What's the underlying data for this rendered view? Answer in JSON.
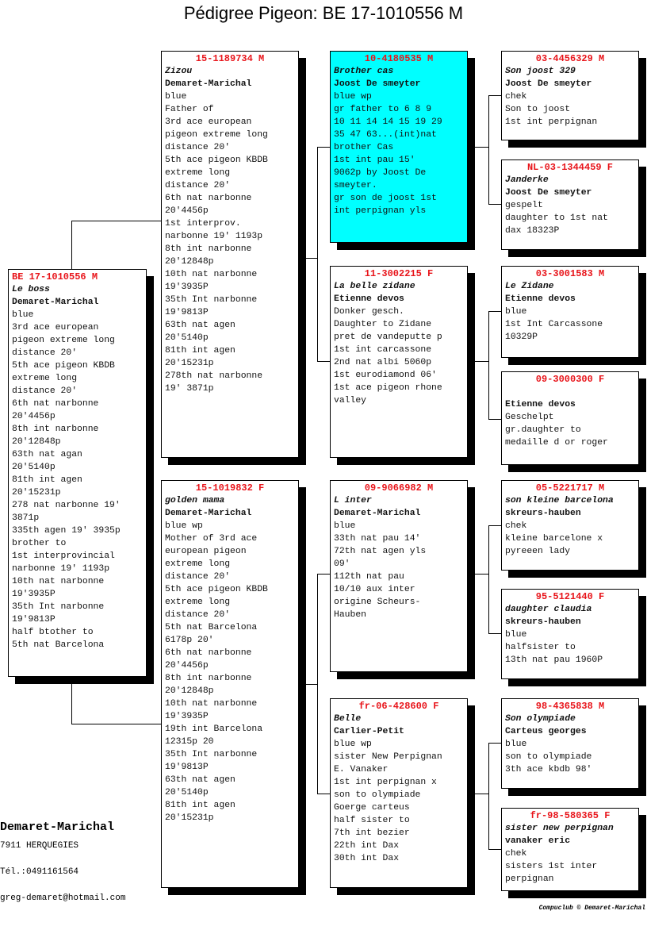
{
  "title": "Pédigree Pigeon: BE  17-1010556 M",
  "pigeons": [
    {
      "ring": "BE  17-1010556 M",
      "name": "Le boss",
      "owner": "Demaret-Marichal",
      "lines": [
        "blue",
        "3rd ace european",
        "pigeon extreme long",
        "distance 20'",
        "5th ace pigeon KBDB",
        "extreme long",
        "distance 20'",
        "6th nat narbonne",
        "20'4456p",
        "8th int narbonne",
        "20'12848p",
        "63th nat agan",
        "20'5140p",
        "81th int agen",
        "20'15231p",
        "278 nat narbonne 19'",
        "3871p",
        "335th agen 19' 3935p",
        "brother to",
        "1st interprovincial",
        "narbonne 19' 1193p",
        "10th nat narbonne",
        "19'3935P",
        "35th Int narbonne",
        "19'9813P",
        "half btother to",
        "5th nat Barcelona"
      ]
    },
    {
      "ring": "15-1189734 M",
      "name": "Zizou",
      "owner": "Demaret-Marichal",
      "lines": [
        "blue",
        "Father of",
        "3rd ace european",
        "pigeon extreme long",
        "distance 20'",
        "5th ace pigeon KBDB",
        "extreme long",
        "distance 20'",
        "6th nat narbonne",
        "20'4456p",
        "1st interprov.",
        "narbonne 19' 1193p",
        "8th int narbonne",
        "20'12848p",
        "10th nat narbonne",
        "19'3935P",
        "35th Int narbonne",
        "19'9813P",
        "63th nat agen",
        "20'5140p",
        "81th int agen",
        "20'15231p",
        "278th nat narbonne",
        "19' 3871p"
      ]
    },
    {
      "ring": "15-1019832 F",
      "name": "golden mama",
      "owner": "Demaret-Marichal",
      "lines": [
        "blue wp",
        "Mother of 3rd ace",
        "european pigeon",
        "extreme long",
        "distance 20'",
        "5th ace pigeon KBDB",
        "extreme long",
        "distance 20'",
        "5th nat Barcelona",
        "6178p 20'",
        "6th nat narbonne",
        "20'4456p",
        "8th int narbonne",
        "20'12848p",
        "10th nat narbonne",
        "19'3935P",
        "19th int Barcelona",
        "12315p 20",
        "35th Int narbonne",
        "19'9813P",
        "63th nat agen",
        "20'5140p",
        "81th int agen",
        "20'15231p"
      ]
    },
    {
      "ring": "10-4180535 M",
      "name": "Brother cas",
      "owner": "Joost De smeyter",
      "lines": [
        "blue wp",
        "gr father to 6 8 9",
        "10 11 14 14 15 19 29",
        "35 47 63...(int)nat",
        "brother Cas",
        "1st int pau 15'",
        "9062p by Joost De",
        "smeyter.",
        "gr son de joost 1st",
        "int perpignan yls"
      ]
    },
    {
      "ring": "11-3002215 F",
      "name": "La belle zidane",
      "owner": "Etienne devos",
      "lines": [
        "Donker gesch.",
        "Daughter to Zidane",
        "pret de vandeputte p",
        "1st int carcassone",
        "2nd nat albi 5060p",
        "1st eurodiamond 06'",
        "1st ace pigeon rhone",
        "valley"
      ]
    },
    {
      "ring": "09-9066982 M",
      "name": "L inter",
      "owner": "Demaret-Marichal",
      "lines": [
        "blue",
        "33th nat pau 14'",
        "72th nat agen yls",
        "09'",
        "112th nat pau",
        "10/10 aux inter",
        "origine Scheurs-",
        "Hauben"
      ]
    },
    {
      "ring": "fr-06-428600 F",
      "name": "Belle",
      "owner": "Carlier-Petit",
      "lines": [
        "blue wp",
        "sister New Perpignan",
        "E. Vanaker",
        "1st int perpignan x",
        "son to olympiade",
        "Goerge carteus",
        "half sister to",
        "7th int bezier",
        "22th int Dax",
        "30th int Dax"
      ]
    },
    {
      "ring": "03-4456329 M",
      "name": "Son joost 329",
      "owner": "Joost De smeyter",
      "lines": [
        "chek",
        "Son to joost",
        "1st int perpignan"
      ]
    },
    {
      "ring": "NL-03-1344459 F",
      "name": "Janderke",
      "owner": "Joost De smeyter",
      "lines": [
        "gespelt",
        "daughter to 1st nat",
        "dax 18323P"
      ]
    },
    {
      "ring": "03-3001583 M",
      "name": "Le Zidane",
      "owner": "Etienne devos",
      "lines": [
        "blue",
        "1st Int Carcassone",
        "10329P"
      ]
    },
    {
      "ring": "09-3000300 F",
      "name": "",
      "owner": "Etienne devos",
      "lines": [
        "Geschelpt",
        "gr.daughter to",
        "medaille d or roger"
      ]
    },
    {
      "ring": "05-5221717 M",
      "name": "son kleine barcelona",
      "owner": "skreurs-hauben",
      "lines": [
        "chek",
        "kleine barcelone x",
        "pyreeen lady"
      ]
    },
    {
      "ring": "95-5121440 F",
      "name": "daughter claudia",
      "owner": "skreurs-hauben",
      "lines": [
        "blue",
        "halfsister to",
        "13th nat pau 1960P"
      ]
    },
    {
      "ring": "98-4365838 M",
      "name": "Son olympiade",
      "owner": "Carteus georges",
      "lines": [
        "blue",
        "son to olympiade",
        "3th ace kbdb 98'"
      ]
    },
    {
      "ring": "fr-98-580365 F",
      "name": "sister new perpignan",
      "owner": "vanaker eric",
      "lines": [
        "chek",
        "sisters 1st inter",
        "perpignan"
      ]
    }
  ],
  "breeder": {
    "name": "Demaret-Marichal",
    "address": "7911 HERQUEGIES",
    "phone": "Tél.:0491161564",
    "email": "greg-demaret@hotmail.com"
  },
  "credit": "Compuclub © Demaret-Marichal",
  "colors": {
    "ring": "#e8141a",
    "highlight": "#00ffff"
  }
}
